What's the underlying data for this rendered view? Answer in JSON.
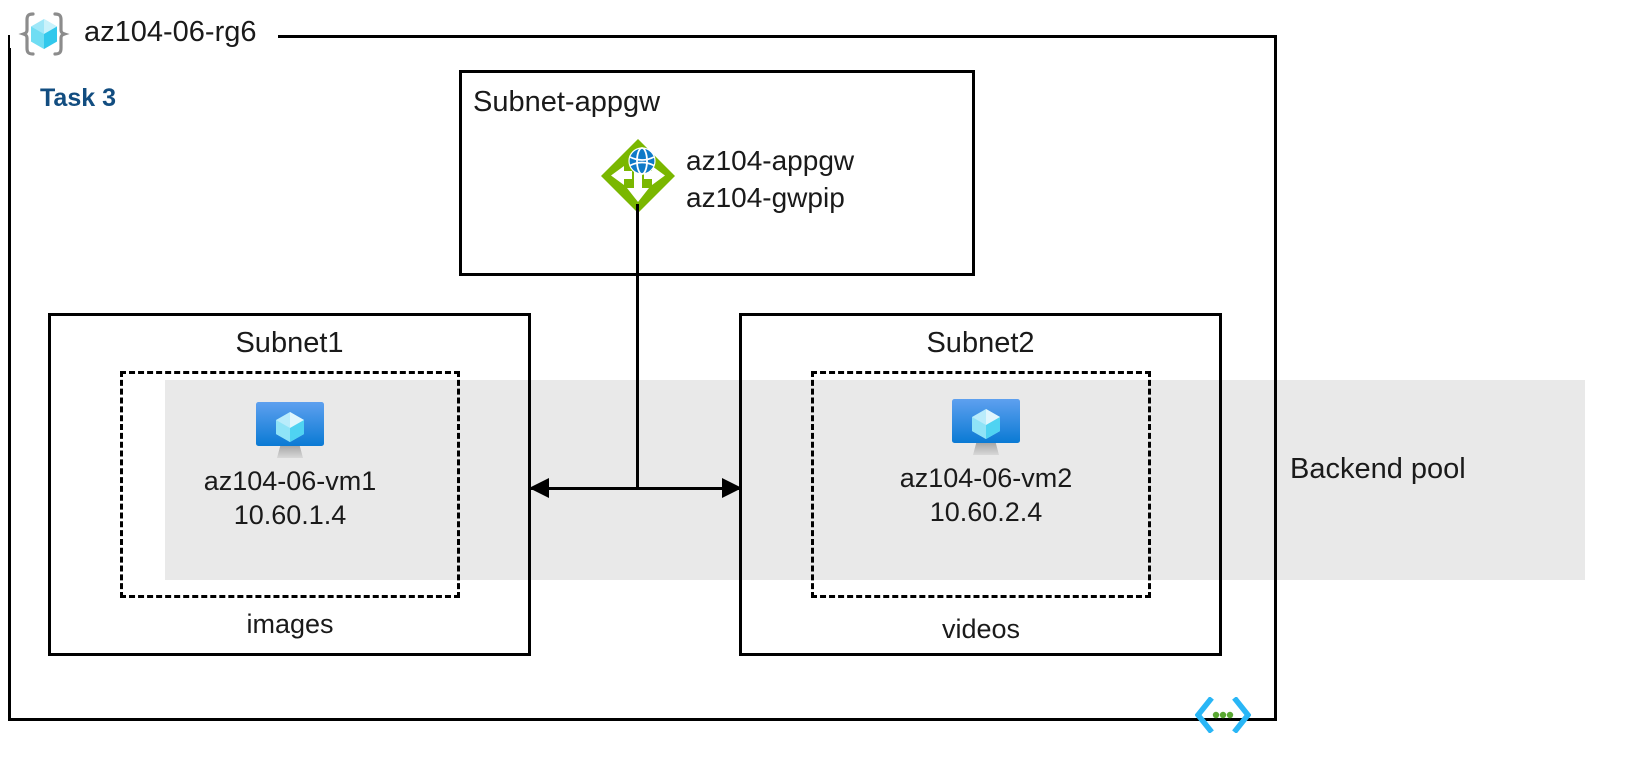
{
  "resource_group": {
    "name": "az104-06-rg6",
    "icon": "resource-group-cube-icon"
  },
  "task": {
    "label": "Task 3",
    "color": "#124D80"
  },
  "backend_pool": {
    "label": "Backend pool",
    "band_color": "#e9e9e9"
  },
  "subnets": [
    {
      "id": "subnet-appgw",
      "title": "Subnet-appgw",
      "resources": [
        {
          "icon": "application-gateway-icon",
          "lines": [
            "az104-appgw",
            "az104-gwpip"
          ],
          "icon_colors": {
            "diamond": "#7ab700",
            "globe": "#0078d4",
            "arrows": "#ffffff"
          }
        }
      ]
    },
    {
      "id": "subnet1",
      "title": "Subnet1",
      "tier_label": "images",
      "vm": {
        "icon": "virtual-machine-icon",
        "name": "az104-06-vm1",
        "ip": "10.60.1.4"
      }
    },
    {
      "id": "subnet2",
      "title": "Subnet2",
      "tier_label": "videos",
      "vm": {
        "icon": "virtual-machine-icon",
        "name": "az104-06-vm2",
        "ip": "10.60.2.4"
      }
    }
  ],
  "connectors": {
    "gateway_to_vms": "bidirectional-arrow"
  },
  "footer_icon": {
    "name": "code-brackets-icon",
    "bracket_color": "#29b6f6",
    "dot_color": "#5aa832"
  }
}
